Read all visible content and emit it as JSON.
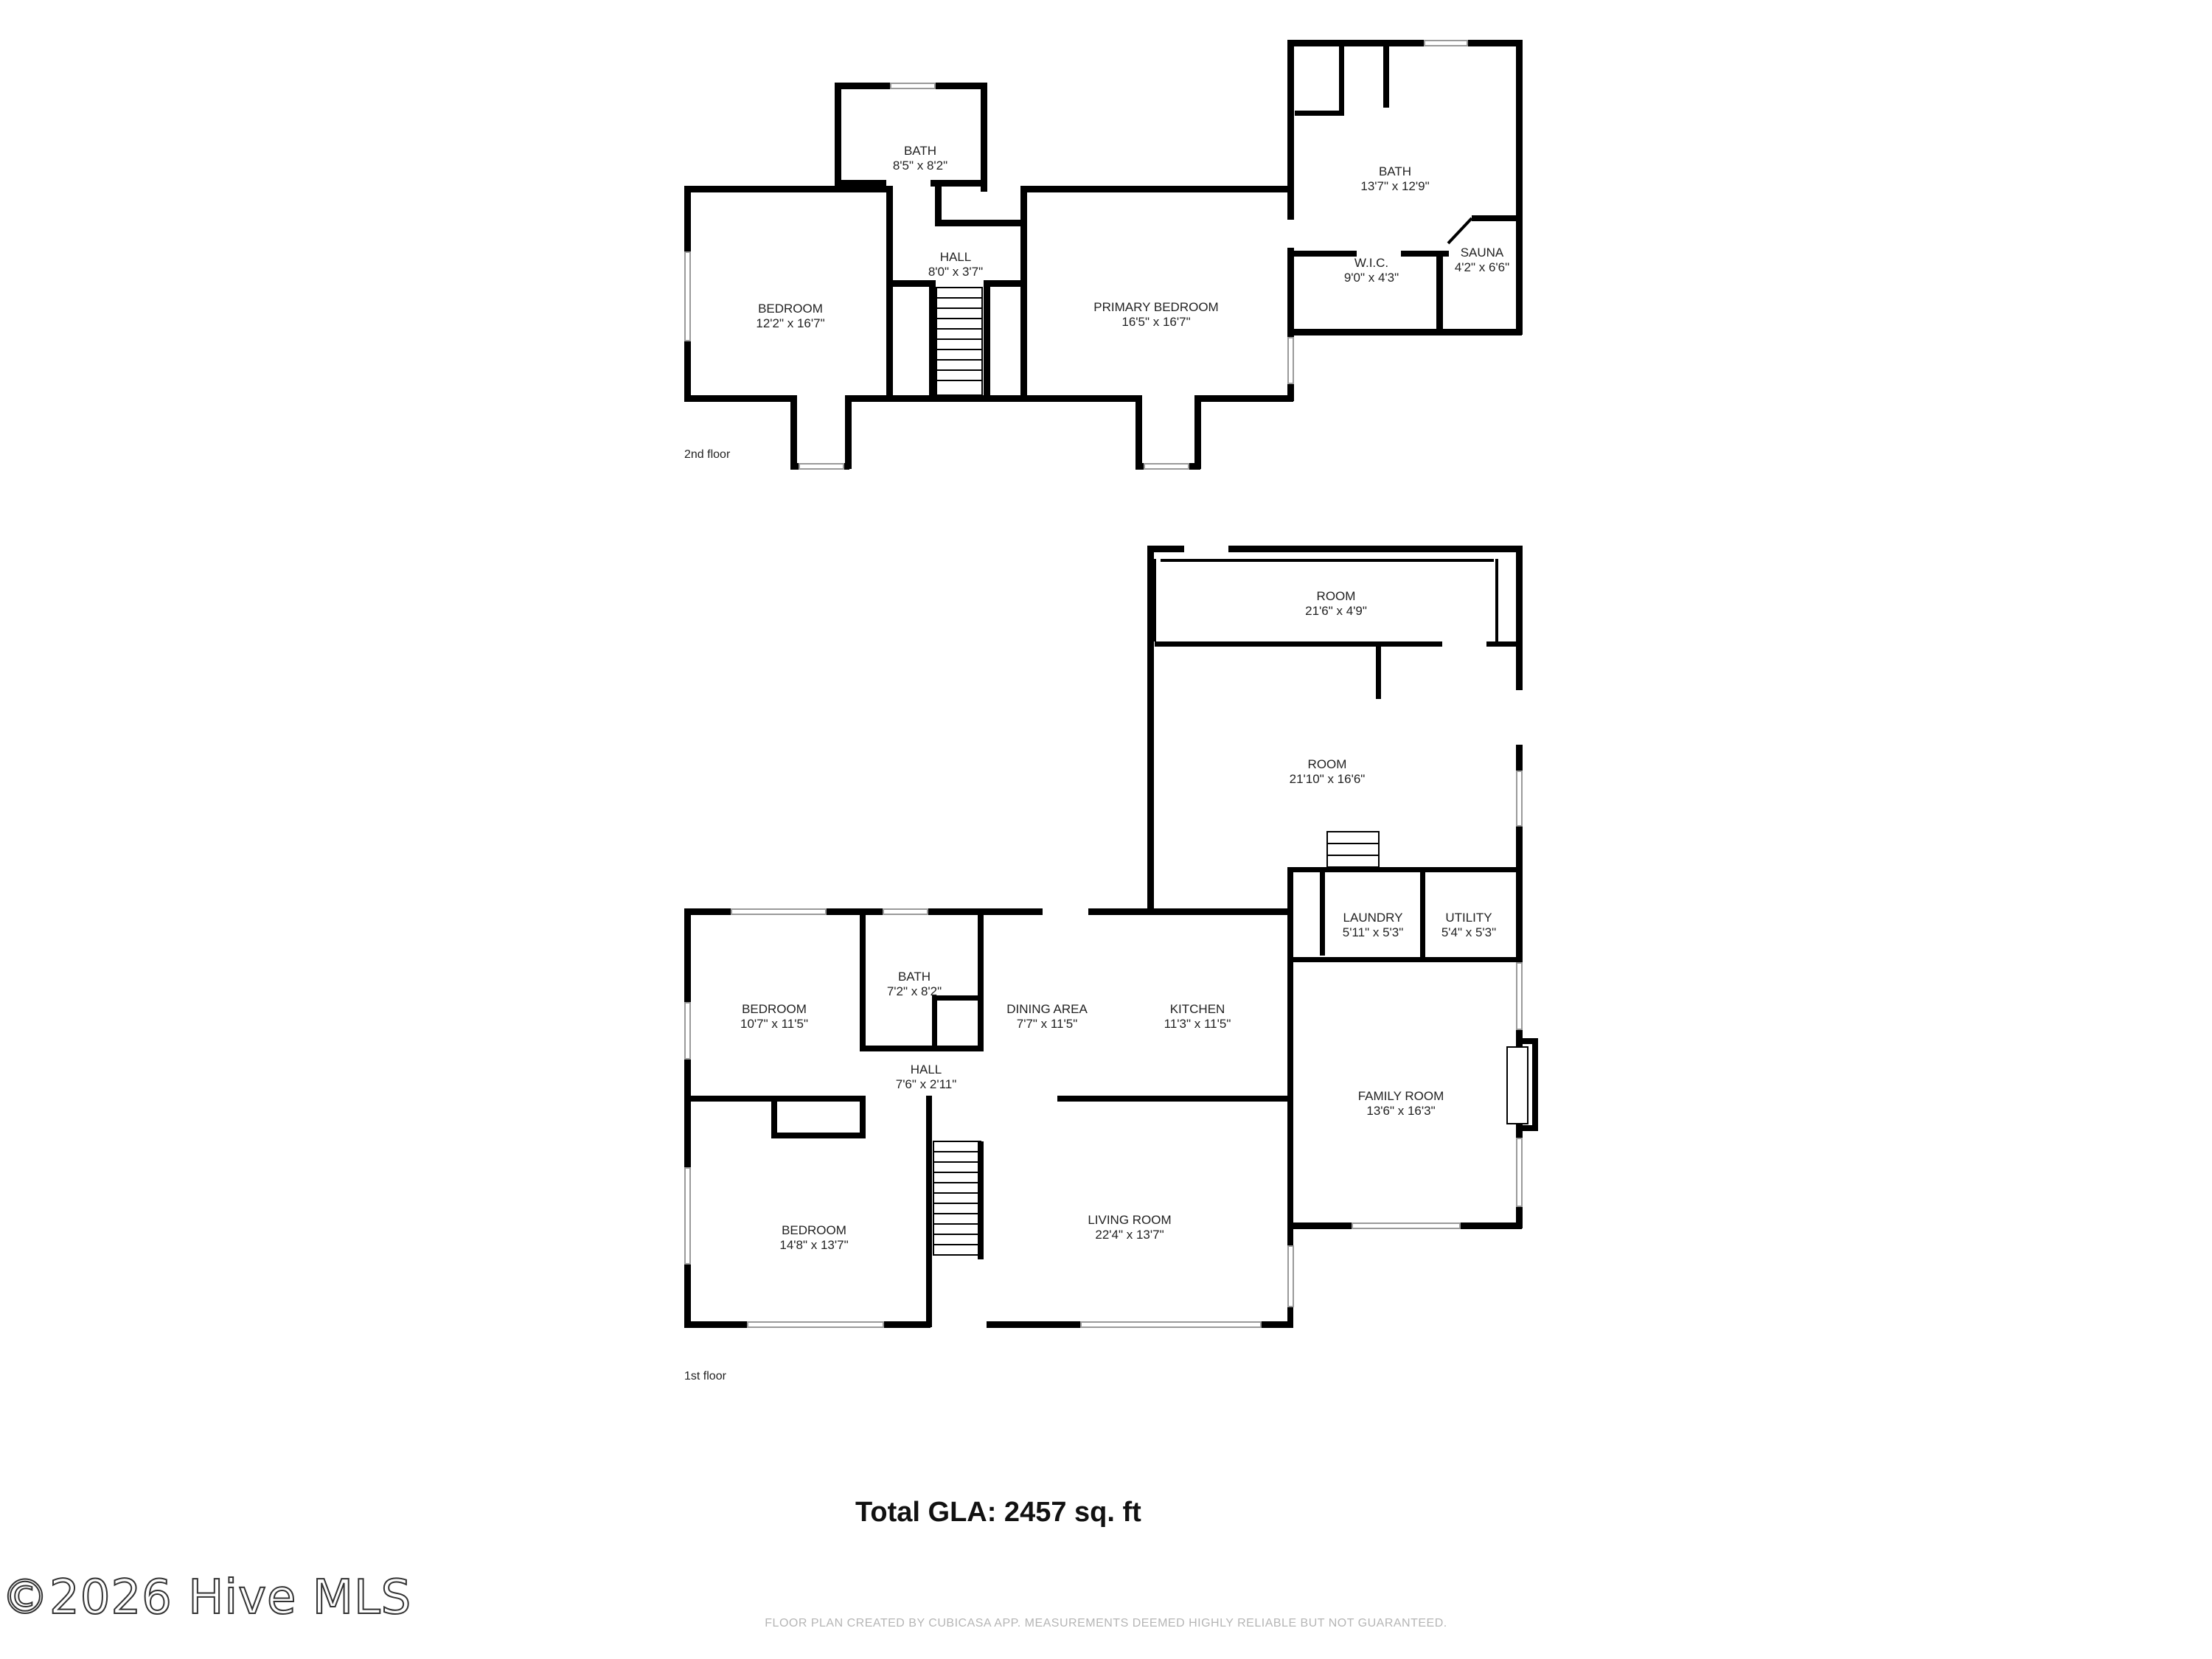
{
  "floors": {
    "second": {
      "label": "2nd floor",
      "rooms": [
        {
          "name": "BATH",
          "dim": "8'5\" x 8'2\""
        },
        {
          "name": "HALL",
          "dim": "8'0\" x 3'7\""
        },
        {
          "name": "BEDROOM",
          "dim": "12'2\" x 16'7\""
        },
        {
          "name": "PRIMARY BEDROOM",
          "dim": "16'5\" x 16'7\""
        },
        {
          "name": "BATH",
          "dim": "13'7\" x 12'9\""
        },
        {
          "name": "W.I.C.",
          "dim": "9'0\" x 4'3\""
        },
        {
          "name": "SAUNA",
          "dim": "4'2\" x 6'6\""
        }
      ]
    },
    "first": {
      "label": "1st floor",
      "rooms": [
        {
          "name": "ROOM",
          "dim": "21'6\" x 4'9\""
        },
        {
          "name": "ROOM",
          "dim": "21'10\" x 16'6\""
        },
        {
          "name": "LAUNDRY",
          "dim": "5'11\" x 5'3\""
        },
        {
          "name": "UTILITY",
          "dim": "5'4\" x 5'3\""
        },
        {
          "name": "BEDROOM",
          "dim": "10'7\" x 11'5\""
        },
        {
          "name": "BATH",
          "dim": "7'2\" x 8'2\""
        },
        {
          "name": "DINING AREA",
          "dim": "7'7\" x 11'5\""
        },
        {
          "name": "KITCHEN",
          "dim": "11'3\" x 11'5\""
        },
        {
          "name": "HALL",
          "dim": "7'6\" x 2'11\""
        },
        {
          "name": "FAMILY ROOM",
          "dim": "13'6\" x 16'3\""
        },
        {
          "name": "BEDROOM",
          "dim": "14'8\" x 13'7\""
        },
        {
          "name": "LIVING ROOM",
          "dim": "22'4\" x 13'7\""
        }
      ]
    }
  },
  "total_gla": "Total GLA: 2457 sq. ft",
  "watermark": "©2026 Hive MLS",
  "disclaimer": "FLOOR PLAN CREATED BY CUBICASA APP. MEASUREMENTS DEEMED HIGHLY RELIABLE BUT NOT GUARANTEED."
}
